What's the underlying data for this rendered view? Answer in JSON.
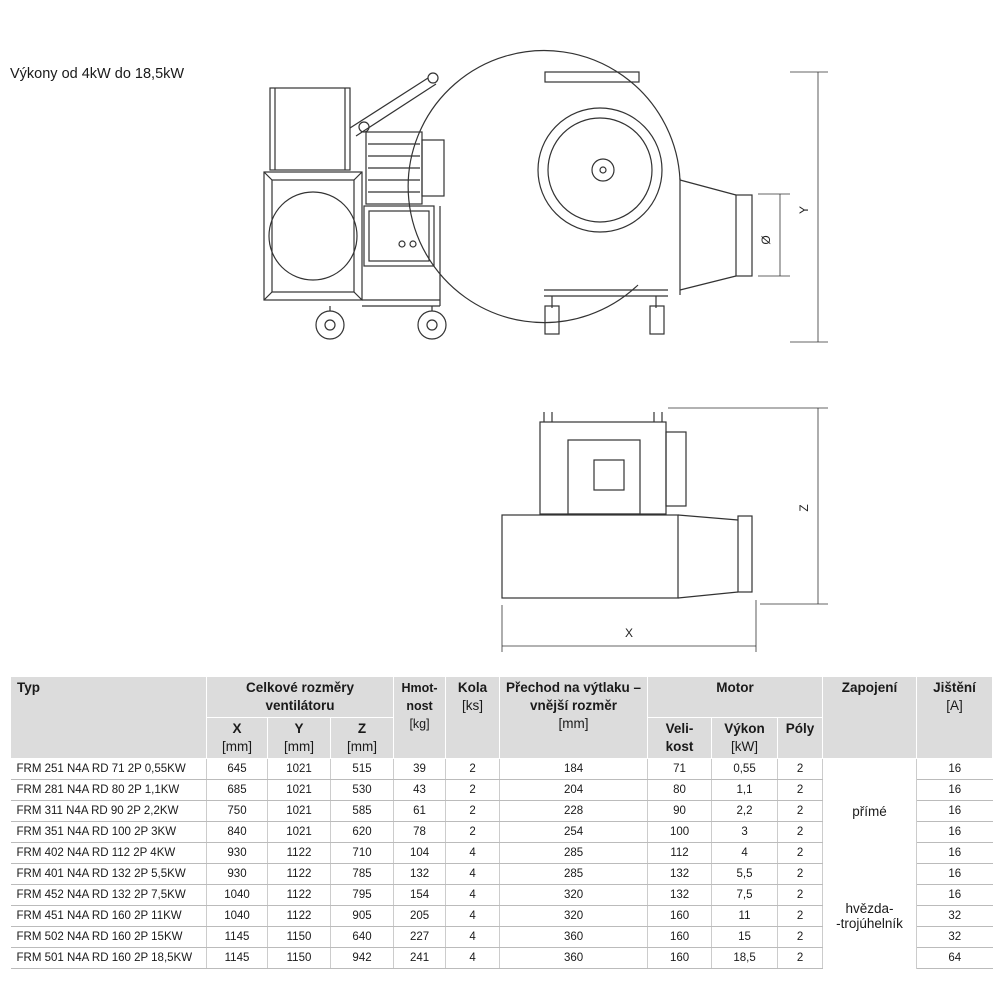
{
  "intro": "Výkony od 4kW do 18,5kW",
  "dims": {
    "diameter": "Ø",
    "y": "Y",
    "z": "Z",
    "x": "X"
  },
  "table": {
    "h_typ": "Typ",
    "h_overall": "Celkové rozměry ventilátoru",
    "h_x": "X",
    "h_y": "Y",
    "h_z": "Z",
    "h_mm": "[mm]",
    "h_weight": "Hmot-nost",
    "h_kg": "[kg]",
    "h_wheels": "Kola",
    "h_ks": "[ks]",
    "h_transition": "Přechod na výtlaku – vnější rozměr",
    "h_transition_unit": "[mm]",
    "h_motor": "Motor",
    "h_size": "Veli-kost",
    "h_power": "Výkon",
    "h_kw": "[kW]",
    "h_poles": "Póly",
    "h_connection": "Zapojení",
    "h_fuse": "Jištění",
    "h_a": "[A]",
    "conn_1": "přímé",
    "conn_2a": "hvězda-",
    "conn_2b": "-trojúhelník",
    "rows": [
      [
        "FRM 251 N4A RD 71 2P 0,55KW",
        "645",
        "1021",
        "515",
        "39",
        "2",
        "184",
        "71",
        "0,55",
        "2",
        "16"
      ],
      [
        "FRM 281 N4A RD 80 2P 1,1KW",
        "685",
        "1021",
        "530",
        "43",
        "2",
        "204",
        "80",
        "1,1",
        "2",
        "16"
      ],
      [
        "FRM 311 N4A RD 90 2P 2,2KW",
        "750",
        "1021",
        "585",
        "61",
        "2",
        "228",
        "90",
        "2,2",
        "2",
        "16"
      ],
      [
        "FRM 351 N4A RD 100 2P 3KW",
        "840",
        "1021",
        "620",
        "78",
        "2",
        "254",
        "100",
        "3",
        "2",
        "16"
      ],
      [
        "FRM 402 N4A RD 112 2P 4KW",
        "930",
        "1122",
        "710",
        "104",
        "4",
        "285",
        "112",
        "4",
        "2",
        "16"
      ],
      [
        "FRM 401 N4A RD 132 2P 5,5KW",
        "930",
        "1122",
        "785",
        "132",
        "4",
        "285",
        "132",
        "5,5",
        "2",
        "16"
      ],
      [
        "FRM 452 N4A RD 132 2P 7,5KW",
        "1040",
        "1122",
        "795",
        "154",
        "4",
        "320",
        "132",
        "7,5",
        "2",
        "16"
      ],
      [
        "FRM 451 N4A RD 160 2P 11KW",
        "1040",
        "1122",
        "905",
        "205",
        "4",
        "320",
        "160",
        "11",
        "2",
        "32"
      ],
      [
        "FRM 502 N4A RD 160 2P 15KW",
        "1145",
        "1150",
        "640",
        "227",
        "4",
        "360",
        "160",
        "15",
        "2",
        "32"
      ],
      [
        "FRM 501 N4A RD 160 2P 18,5KW",
        "1145",
        "1150",
        "942",
        "241",
        "4",
        "360",
        "160",
        "18,5",
        "2",
        "64"
      ]
    ]
  }
}
